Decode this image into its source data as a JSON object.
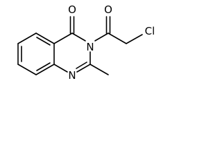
{
  "molecule": {
    "atoms": {
      "carbonyl_oxygen_top": "O",
      "ring_nitrogen_n3": "N",
      "acyl_oxygen": "O",
      "chlorine": "Cl",
      "ring_nitrogen_n1": "N"
    },
    "colors": {
      "bond": "#000000",
      "label": "#000000",
      "background": "#ffffff"
    }
  }
}
